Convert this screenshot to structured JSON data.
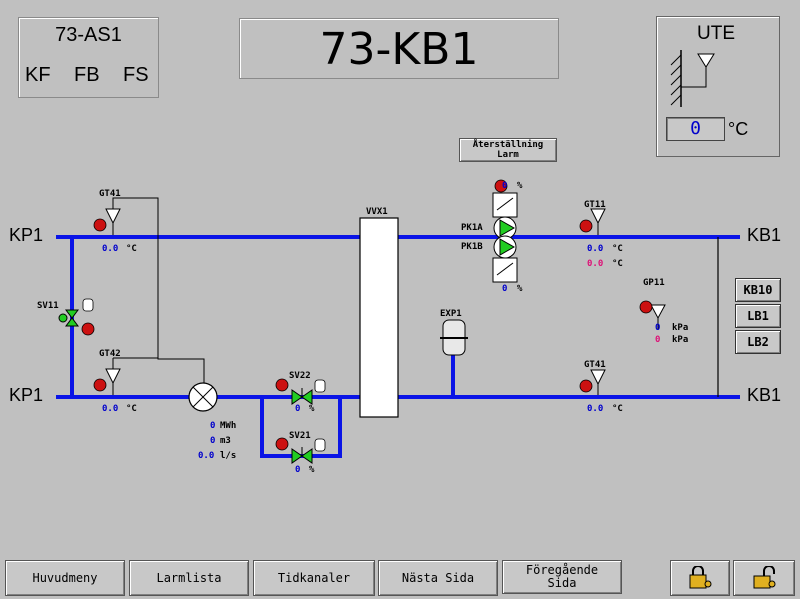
{
  "station": {
    "id": "73-AS1",
    "flags": [
      "KF",
      "FB",
      "FS"
    ]
  },
  "title": "73-KB1",
  "outdoor": {
    "label": "UTE",
    "value": "0",
    "unit": "°C"
  },
  "reset_alarm": {
    "line1": "Återställning",
    "line2": "Larm"
  },
  "pipes": {
    "kp1_top": "KP1",
    "kp1_bottom": "KP1",
    "kb1_top": "KB1",
    "kb1_bottom": "KB1"
  },
  "sensors": {
    "gt41_left": {
      "tag": "GT41",
      "value": "0.0",
      "unit": "°C"
    },
    "gt42": {
      "tag": "GT42",
      "value": "0.0",
      "unit": "°C"
    },
    "gt11": {
      "tag": "GT11",
      "value1": "0.0",
      "unit1": "°C",
      "value2": "0.0",
      "unit2": "°C"
    },
    "gp11": {
      "tag": "GP11",
      "value1": "0",
      "unit1": "kPa",
      "value2": "0",
      "unit2": "kPa"
    },
    "gt41_right": {
      "tag": "GT41",
      "value": "0.0",
      "unit": "°C"
    }
  },
  "valves": {
    "sv11": {
      "tag": "SV11"
    },
    "sv22": {
      "tag": "SV22",
      "value": "0",
      "unit": "%"
    },
    "sv21": {
      "tag": "SV21",
      "value": "0",
      "unit": "%"
    }
  },
  "exchanger": {
    "tag": "VVX1"
  },
  "expansion": {
    "tag": "EXP1"
  },
  "pumps": {
    "pk1a": {
      "tag": "PK1A",
      "value": "0",
      "unit": "%"
    },
    "pk1b": {
      "tag": "PK1B",
      "value": "0",
      "unit": "%"
    }
  },
  "energy": {
    "mwh": {
      "value": "0",
      "unit": "MWh"
    },
    "m3": {
      "value": "0",
      "unit": "m3"
    },
    "flow": {
      "value": "0.0",
      "unit": "l/s"
    }
  },
  "side_buttons": [
    "KB10",
    "LB1",
    "LB2"
  ],
  "bottom_nav": [
    "Huvudmeny",
    "Larmlista",
    "Tidkanaler",
    "Nästa Sida",
    "Föregående Sida"
  ],
  "colors": {
    "pipe": "#0a14e6",
    "valve": "#22cc22",
    "motor": "#cc1111",
    "background": "#c0c0c0"
  }
}
